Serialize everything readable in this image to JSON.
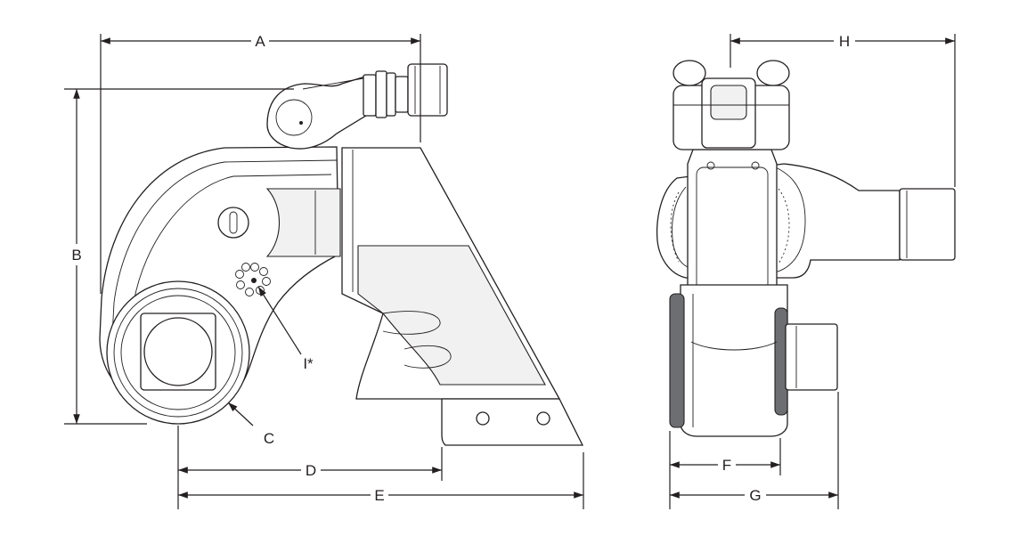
{
  "diagram": {
    "labels": {
      "A": "A",
      "B": "B",
      "C": "C",
      "D": "D",
      "E": "E",
      "F": "F",
      "G": "G",
      "H": "H",
      "I": "I*"
    },
    "colors": {
      "line": "#231f20",
      "fill": "#ffffff",
      "shade": "#f1f1f1",
      "dark": "#6d6e71"
    }
  }
}
